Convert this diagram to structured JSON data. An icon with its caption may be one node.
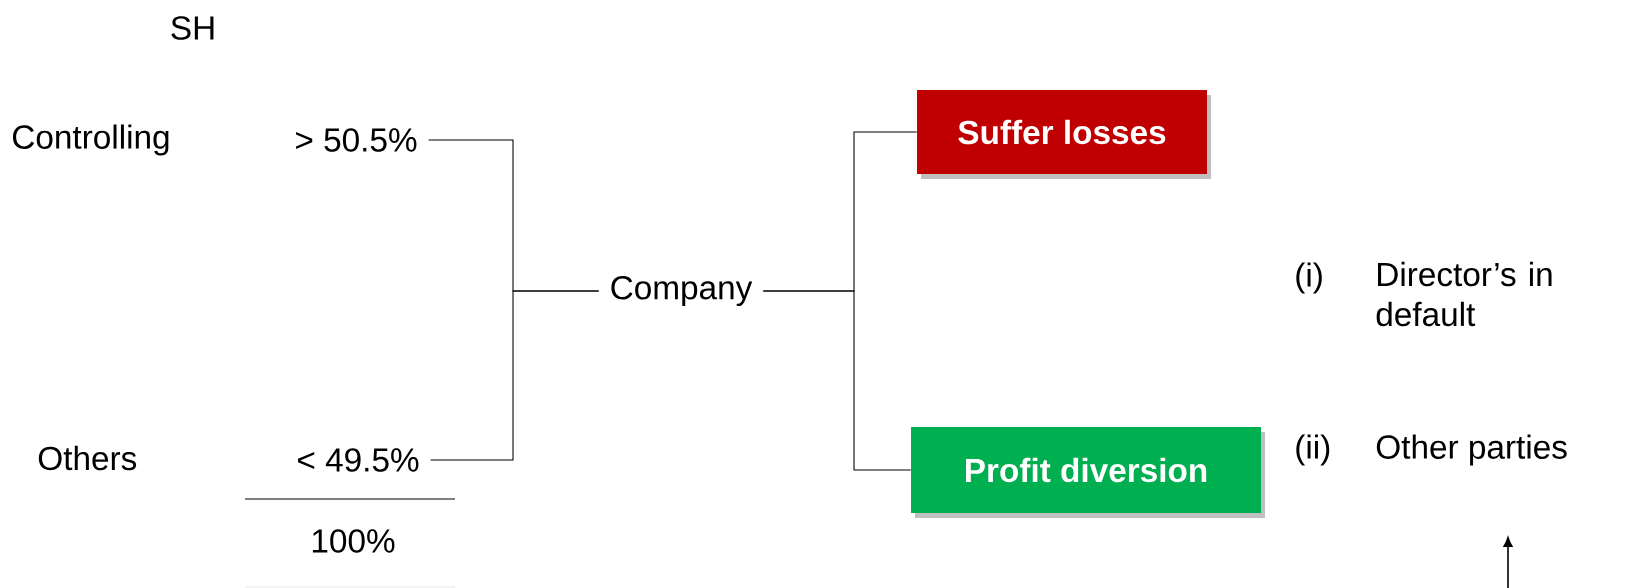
{
  "diagram": {
    "nodes": [
      {
        "text": [
          "> 50.5%"
        ]
      },
      {
        "text": [
          "< 49.5%"
        ]
      },
      {
        "text": [
          "Company"
        ]
      },
      {
        "text": [
          "Suffer losses"
        ]
      },
      {
        "text": [
          "Profit diversion"
        ]
      }
    ],
    "edges": [
      {
        "from": 0,
        "to": 2,
        "arrow": "none"
      },
      {
        "from": 1,
        "to": 2,
        "arrow": "none"
      },
      {
        "from": 2,
        "to": 3,
        "arrow": "none"
      },
      {
        "from": 2,
        "to": 4,
        "arrow": "none"
      }
    ],
    "labels": [
      "SH",
      "Controlling",
      "(i)",
      "Director’s in default",
      "Others",
      "(ii)",
      "Other parties",
      "100%"
    ]
  }
}
